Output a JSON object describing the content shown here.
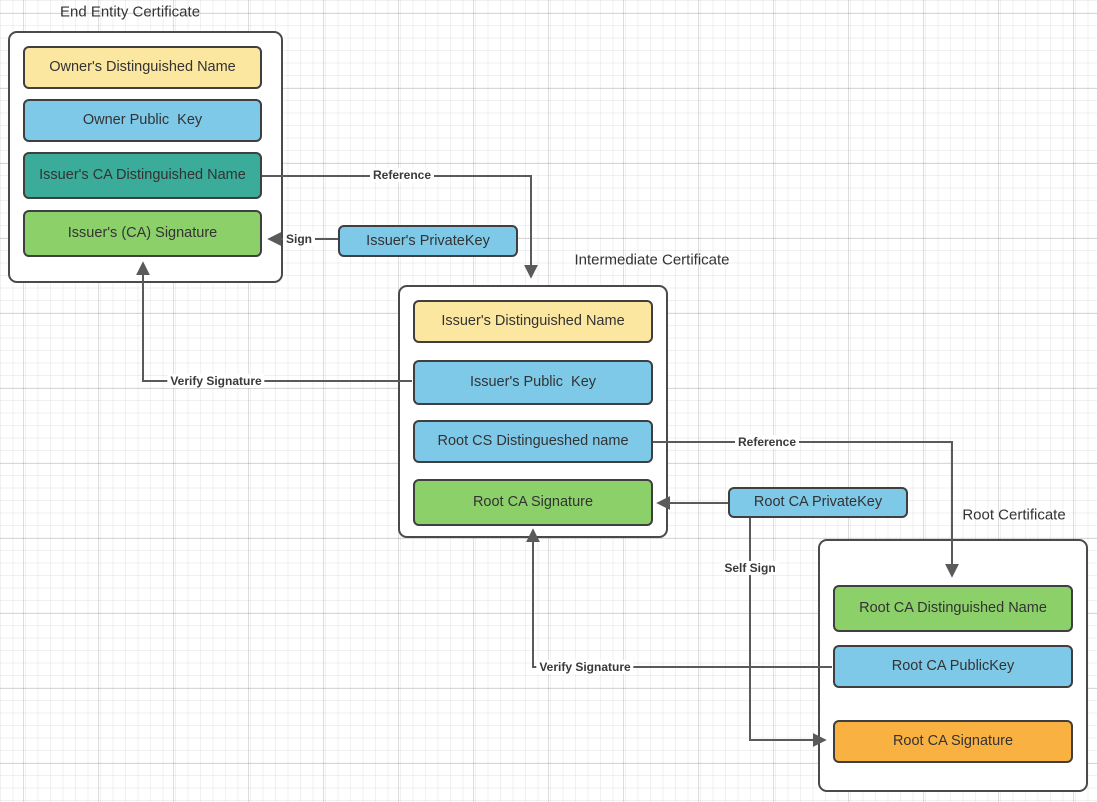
{
  "diagram_type": "PKI certificate chain of trust",
  "colors": {
    "node_yellow": "#FCE7A0",
    "node_blue": "#7EC9E8",
    "node_teal": "#3BAC9A",
    "node_green": "#8CD06A",
    "node_orange": "#F9B242",
    "edge_line": "#5A5A5A",
    "node_border": "#3F3F3F",
    "group_border": "#4A4A4A",
    "text": "#333333",
    "canvas_bg": "#FFFFFF"
  },
  "containers": [
    {
      "title": "End Entity Certificate",
      "fields": [
        {
          "label": "Owner's Distinguished Name",
          "color": "yellow"
        },
        {
          "label": "Owner Public  Key",
          "color": "blue"
        },
        {
          "label": "Issuer's CA Distinguished Name",
          "color": "teal"
        },
        {
          "label": "Issuer's (CA) Signature",
          "color": "green"
        }
      ]
    },
    {
      "title": "Intermediate Certificate",
      "fields": [
        {
          "label": "Issuer's Distinguished Name",
          "color": "yellow"
        },
        {
          "label": "Issuer's Public  Key",
          "color": "blue"
        },
        {
          "label": "Root CS Distingueshed name",
          "color": "blue"
        },
        {
          "label": "Root CA Signature",
          "color": "green"
        }
      ]
    },
    {
      "title": "Root Certificate",
      "fields": [
        {
          "label": "Root CA Distinguished Name",
          "color": "green"
        },
        {
          "label": "Root CA PublicKey",
          "color": "blue"
        },
        {
          "label": "Root CA Signature",
          "color": "orange"
        }
      ]
    }
  ],
  "keys": [
    {
      "label": "Issuer's PrivateKey"
    },
    {
      "label": "Root CA PrivateKey"
    }
  ],
  "edges": [
    {
      "label": "Reference",
      "from": "Issuer's CA Distinguished Name",
      "to": "Intermediate Certificate"
    },
    {
      "label": "Sign",
      "from": "Issuer's PrivateKey",
      "to": "Issuer's (CA) Signature"
    },
    {
      "label": "Verify Signature",
      "from": "Issuer's Public  Key",
      "to": "Issuer's (CA) Signature"
    },
    {
      "label": "Reference",
      "from": "Root CS Distingueshed name",
      "to": "Root CA Distinguished Name"
    },
    {
      "label": "",
      "from": "Root CA PrivateKey",
      "to": "Root CA Signature (intermediate)"
    },
    {
      "label": "Self Sign",
      "from": "Root CA PrivateKey",
      "to": "Root CA Signature (root)"
    },
    {
      "label": "Verify Signature",
      "from": "Root CA PublicKey",
      "to": "Root CA Signature (intermediate)"
    }
  ]
}
